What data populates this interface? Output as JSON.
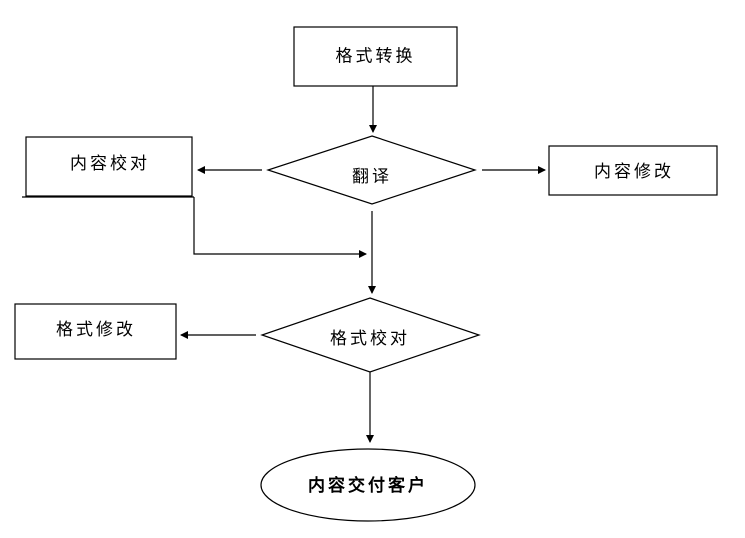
{
  "diagram": {
    "nodes": {
      "format_convert": "格式转换",
      "translate": "翻译",
      "content_proofread": "内容校对",
      "content_revise": "内容修改",
      "format_proofread": "格式校对",
      "format_revise": "格式修改",
      "deliver": "内容交付客户"
    }
  }
}
